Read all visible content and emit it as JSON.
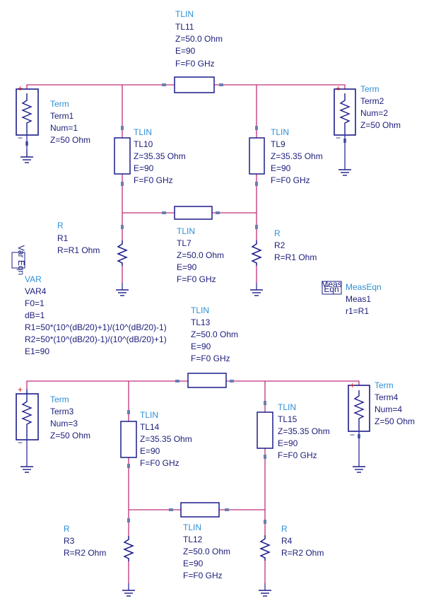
{
  "colors": {
    "wire": "#c0307a",
    "device": "#1c1c8a",
    "component_label": "#2f8fd6",
    "param_text": "#1c1c7a",
    "pin": "#6a7fb0"
  },
  "components": {
    "tl11": {
      "type": "TLIN",
      "name": "TL11",
      "p1": "Z=50.0 Ohm",
      "p2": "E=90",
      "p3": "F=F0 GHz"
    },
    "tl10": {
      "type": "TLIN",
      "name": "TL10",
      "p1": "Z=35.35 Ohm",
      "p2": "E=90",
      "p3": "F=F0 GHz"
    },
    "tl9": {
      "type": "TLIN",
      "name": "TL9",
      "p1": "Z=35.35 Ohm",
      "p2": "E=90",
      "p3": "F=F0 GHz"
    },
    "tl7": {
      "type": "TLIN",
      "name": "TL7",
      "p1": "Z=50.0 Ohm",
      "p2": "E=90",
      "p3": "F=F0 GHz"
    },
    "tl13": {
      "type": "TLIN",
      "name": "TL13",
      "p1": "Z=50.0 Ohm",
      "p2": "E=90",
      "p3": "F=F0 GHz"
    },
    "tl14": {
      "type": "TLIN",
      "name": "TL14",
      "p1": "Z=35.35 Ohm",
      "p2": "E=90",
      "p3": "F=F0 GHz"
    },
    "tl15": {
      "type": "TLIN",
      "name": "TL15",
      "p1": "Z=35.35 Ohm",
      "p2": "E=90",
      "p3": "F=F0 GHz"
    },
    "tl12": {
      "type": "TLIN",
      "name": "TL12",
      "p1": "Z=50.0 Ohm",
      "p2": "E=90",
      "p3": "F=F0 GHz"
    },
    "term1": {
      "type": "Term",
      "name": "Term1",
      "p1": "Num=1",
      "p2": "Z=50 Ohm"
    },
    "term2": {
      "type": "Term",
      "name": "Term2",
      "p1": "Num=2",
      "p2": "Z=50 Ohm"
    },
    "term3": {
      "type": "Term",
      "name": "Term3",
      "p1": "Num=3",
      "p2": "Z=50 Ohm"
    },
    "term4": {
      "type": "Term",
      "name": "Term4",
      "p1": "Num=4",
      "p2": "Z=50 Ohm"
    },
    "r1": {
      "type": "R",
      "name": "R1",
      "p1": "R=R1 Ohm"
    },
    "r2": {
      "type": "R",
      "name": "R2",
      "p1": "R=R1 Ohm"
    },
    "r3": {
      "type": "R",
      "name": "R3",
      "p1": "R=R2 Ohm"
    },
    "r4": {
      "type": "R",
      "name": "R4",
      "p1": "R=R2 Ohm"
    },
    "var4": {
      "type": "VAR",
      "name": "VAR4",
      "p1": "F0=1",
      "p2": "dB=1",
      "p3": "R1=50*(10^(dB/20)+1)/(10^(dB/20)-1)",
      "p4": "R2=50*(10^(dB/20)-1)/(10^(dB/20)+1)",
      "p5": "E1=90",
      "icon_text": "Var Eqn"
    },
    "meas1": {
      "type": "MeasEqn",
      "name": "Meas1",
      "p1": "r1=R1",
      "icon_top": "Meas",
      "icon_bottom": "Eqn"
    }
  },
  "pin_marks": {
    "plus": "+",
    "minus": "−"
  }
}
